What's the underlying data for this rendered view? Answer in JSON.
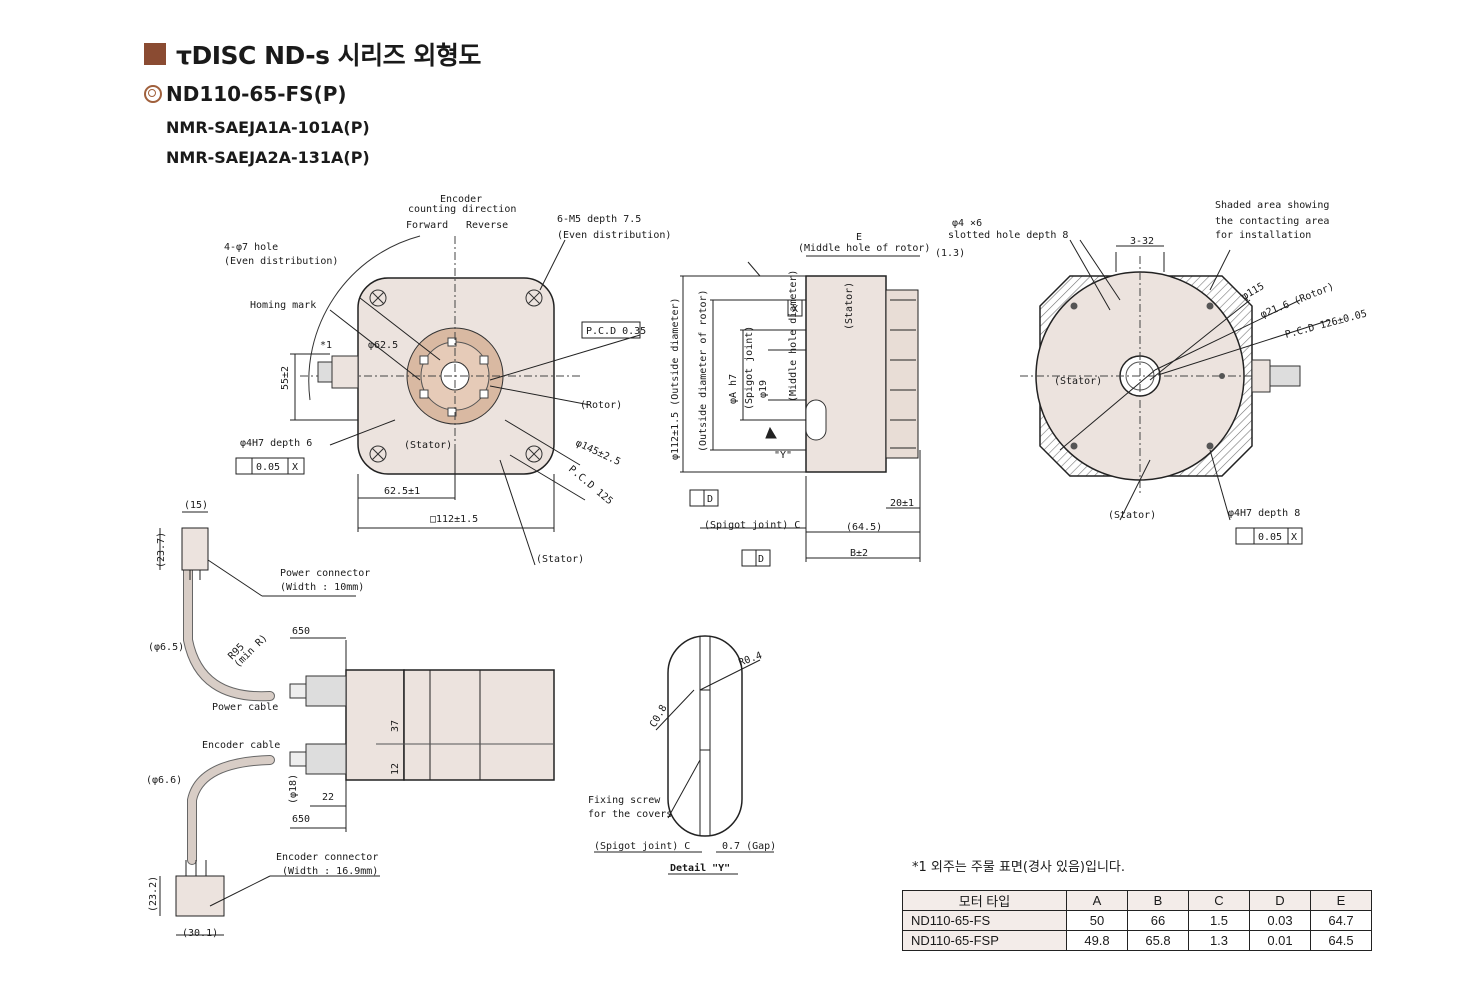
{
  "header": {
    "title": "τDISC ND-s 시리즈  외형도",
    "model": "ND110-65-FS(P)",
    "part_numbers": [
      "NMR-SAEJA1A-101A(P)",
      "NMR-SAEJA2A-131A(P)"
    ]
  },
  "labels": {
    "encoder_counting": "Encoder",
    "encoder_counting2": "counting direction",
    "forward": "Forward",
    "reverse": "Reverse",
    "m5_depth": "6-M5 depth 7.5",
    "even_dist": "(Even distribution)",
    "phi7_hole": "4-φ7 hole",
    "even_dist2": "(Even distribution)",
    "homing_mark": "Homing mark",
    "dim_55": "55±2",
    "star1": "*1",
    "phi62_5": "φ62.5",
    "pcd_035": "P.C.D 0.35",
    "rotor": "(Rotor)",
    "stator": "(Stator)",
    "phi4h7_depth6": "φ4H7 depth 6",
    "tol_005": "0.05",
    "x_ref": "X",
    "phi145": "φ145±2.5",
    "pcd125": "P.C.D 125",
    "dim_62_5": "62.5±1",
    "dim_112": "□112±1.5",
    "stator_b": "(Stator)",
    "e_label": "E",
    "middle_hole": "(Middle hole of rotor)",
    "dim_13": "(1.3)",
    "outside_dia": "φ112±1.5 (Outside diameter)",
    "outside_dia_rotor": "(Outside diameter of rotor)",
    "phi_a": "φA h7",
    "spigot_joint": "(Spigot joint)",
    "phi19": "φ19",
    "middle_hole_dia": "(Middle hole diameter)",
    "y_label": "\"Y\"",
    "d_ref": "D",
    "spigot_c": "(Spigot joint) C",
    "dim_64_5": "(64.5)",
    "b_dim": "B±2",
    "dim_20": "20±1",
    "slotted_hole": "φ4 ×6",
    "slotted_hole2": "slotted hole depth 8",
    "dim_3_32": "3-32",
    "shaded_area": "Shaded area showing",
    "shaded_area2": "the contacting area",
    "shaded_area3": "for installation",
    "phi115": "φ115",
    "phi21_6": "φ21.6 (Rotor)",
    "pcd126": "P.C.D 126±0.05",
    "stator_c": "(Stator)",
    "stator_d": "(Stator)",
    "phi4h7_depth8": "φ4H7 depth 8",
    "dim_15": "(15)",
    "dim_23_7": "(23.7)",
    "power_connector": "Power connector",
    "power_width": "(Width : 10mm)",
    "dim_650a": "650",
    "dim_phi6_5": "(φ6.5)",
    "r95": "R95",
    "min_r": "(min R)",
    "power_cable": "Power cable",
    "dim_37": "37",
    "dim_12": "12",
    "encoder_cable": "Encoder cable",
    "dim_phi6_6": "(φ6.6)",
    "dim_phi18": "(φ18)",
    "dim_22": "22",
    "dim_650b": "650",
    "encoder_connector": "Encoder connector",
    "encoder_width": "(Width : 16.9mm)",
    "dim_23_2": "(23.2)",
    "dim_30_1": "(30.1)",
    "r0_4": "R0.4",
    "c0_8": "C0.8",
    "fixing_screw": "Fixing screw",
    "for_covers": "for the covers",
    "spigot_c2": "(Spigot joint) C",
    "gap": "0.7 (Gap)",
    "detail_y": "Detail \"Y\""
  },
  "note": "*1  외주는 주물 표면(경사 있음)입니다.",
  "table": {
    "headers": [
      "모터 타입",
      "A",
      "B",
      "C",
      "D",
      "E"
    ],
    "rows": [
      [
        "ND110-65-FS",
        "50",
        "66",
        "1.5",
        "0.03",
        "64.7"
      ],
      [
        "ND110-65-FSP",
        "49.8",
        "65.8",
        "1.3",
        "0.01",
        "64.5"
      ]
    ]
  },
  "colors": {
    "accent": "#8a4b32",
    "body_fill": "#ece3de",
    "rotor_fill": "#d9b9a2"
  }
}
